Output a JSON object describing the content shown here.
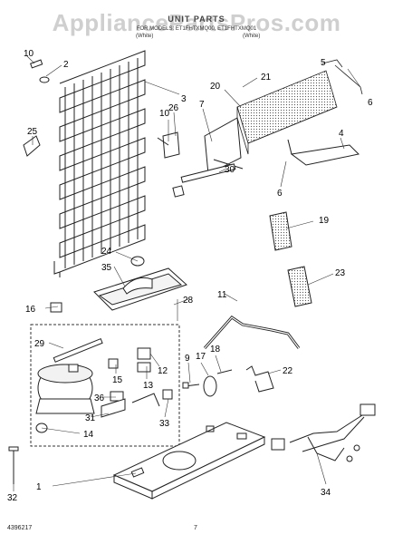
{
  "watermark": "AppliancePartsPros.com",
  "header": {
    "title": "UNIT PARTS",
    "models": "FOR MODELS: ET1FHTXMQ00, ET1FHTXMQ01",
    "left_paren": "(White)",
    "right_paren": "(White)"
  },
  "callouts": [
    "1",
    "2",
    "3",
    "4",
    "5",
    "6",
    "6",
    "7",
    "9",
    "10",
    "10",
    "11",
    "12",
    "13",
    "14",
    "15",
    "16",
    "17",
    "18",
    "19",
    "20",
    "21",
    "22",
    "23",
    "24",
    "25",
    "26",
    "28",
    "29",
    "30",
    "31",
    "32",
    "33",
    "34",
    "35",
    "36"
  ],
  "footer": {
    "doc_number": "4396217",
    "page_number": "7"
  }
}
